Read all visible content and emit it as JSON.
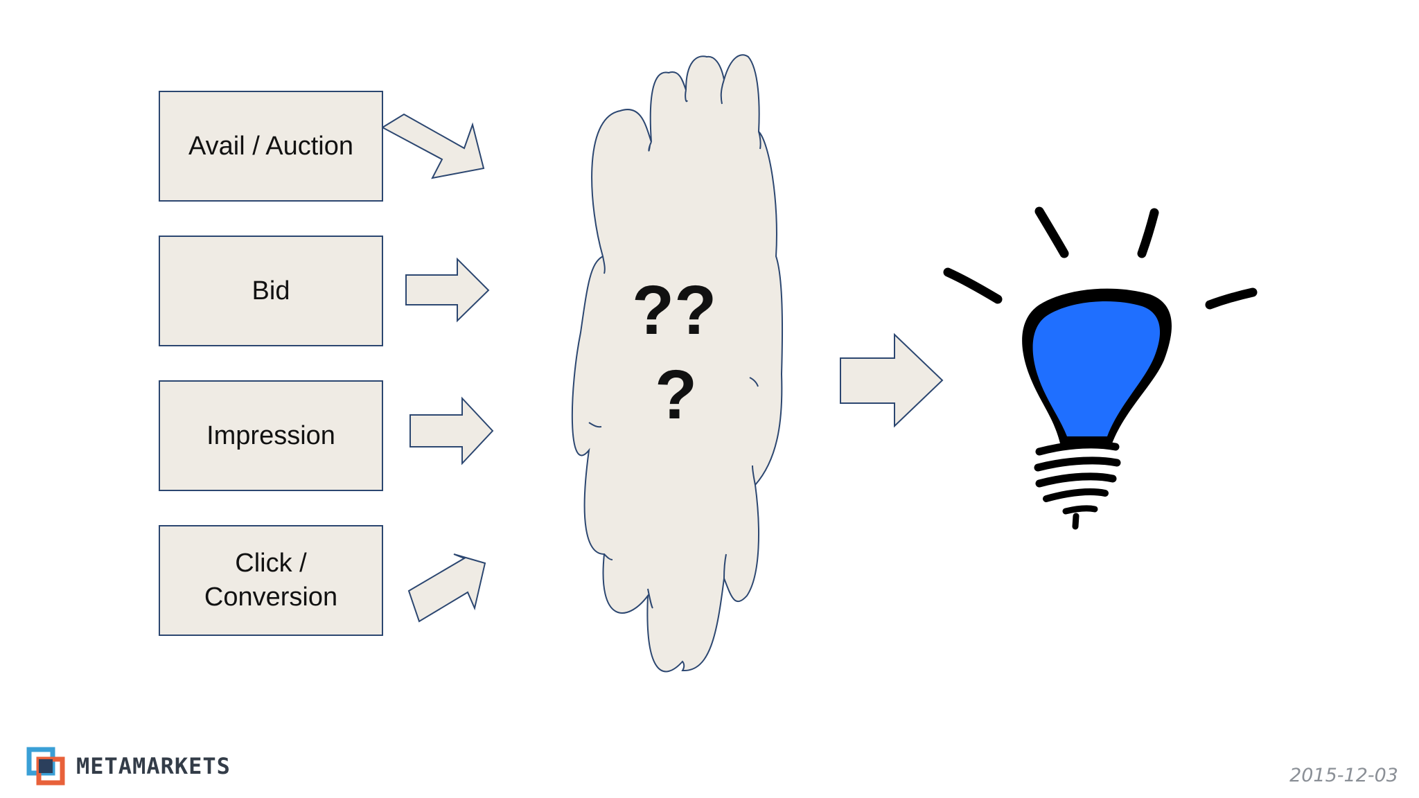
{
  "slide": {
    "boxes": [
      {
        "lines": [
          "Avail / Auction"
        ]
      },
      {
        "lines": [
          "Bid"
        ]
      },
      {
        "lines": [
          "Impression"
        ]
      },
      {
        "lines": [
          "Click /",
          "Conversion"
        ]
      }
    ],
    "cloud": {
      "marks": [
        "??",
        "?"
      ]
    },
    "footer": {
      "brand": "METAMARKETS",
      "date": "2015-12-03"
    }
  },
  "colors": {
    "box_fill": "#efebe4",
    "box_border": "#2b4670",
    "bulb_blue": "#1f6fff",
    "text": "#111111"
  },
  "icons": [
    "lightbulb-icon",
    "metamarkets-logo-icon"
  ]
}
